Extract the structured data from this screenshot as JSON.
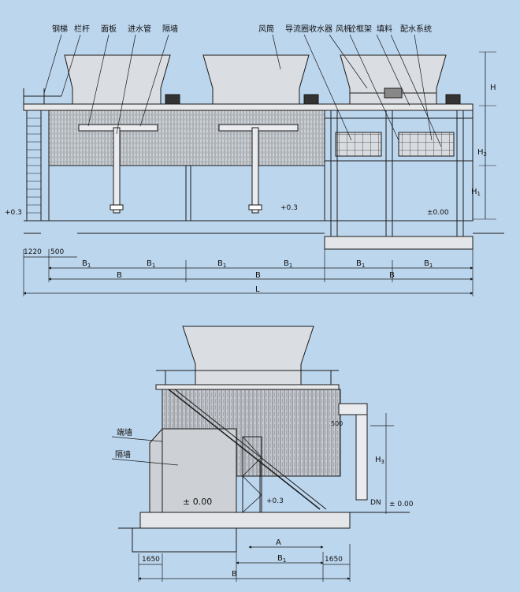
{
  "top_view": {
    "callouts": [
      "钢梯",
      "栏杆",
      "面板",
      "进水管",
      "隔墙",
      "风筒",
      "导流圈",
      "收水器",
      "风机",
      "砼框架",
      "填料",
      "配水系统"
    ],
    "levels": {
      "plus03_left": "+0.3",
      "plus03_mid": "+0.3",
      "zero": "±0.00"
    },
    "dims": {
      "d1220": "1220",
      "d500": "500",
      "B1": "B",
      "B1_sub": "1",
      "B": "B",
      "L": "L",
      "H": "H",
      "H1": "H",
      "H1_sub": "1",
      "H2": "H",
      "H2_sub": "2"
    }
  },
  "side_view": {
    "callouts": [
      "端墙",
      "隔墙"
    ],
    "levels": {
      "zero_inner": "± 0.00",
      "plus03": "+0.3",
      "zero_right": "± 0.00"
    },
    "dims": {
      "d500": "500",
      "DN": "DN",
      "H3": "H",
      "H3_sub": "3",
      "A": "A",
      "B1": "B",
      "B1_sub": "1",
      "B": "B",
      "d1650_left": "1650",
      "d1650_right": "1650"
    }
  },
  "colors": {
    "background": "#bcd6ee",
    "line": "#1a1a1a",
    "fill_gray": "#c9ccd0"
  }
}
